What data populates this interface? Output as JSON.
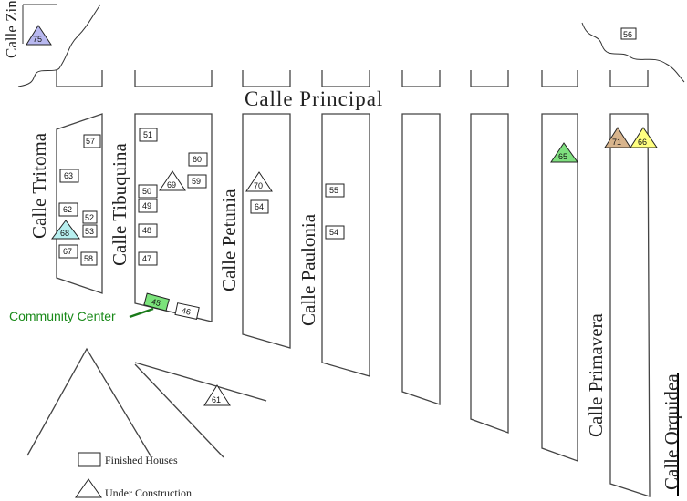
{
  "title": "Calle Principal",
  "streets": {
    "zinia": "Calle Zinia",
    "tritoma": "Calle Tritoma",
    "tibuquina": "Calle Tibuquina",
    "petunia": "Calle Petunia",
    "paulonia": "Calle Paulonia",
    "primavera": "Calle Primavera",
    "orquidea": "Calle Orquidea"
  },
  "houses": [
    "57",
    "63",
    "62",
    "52",
    "53",
    "67",
    "58",
    "51",
    "60",
    "59",
    "50",
    "49",
    "48",
    "47",
    "46",
    "64",
    "55",
    "54",
    "56"
  ],
  "community_center": {
    "number": "45",
    "label": "Community Center",
    "color": "#7be37b"
  },
  "construction": [
    {
      "number": "75",
      "color": "#b8b8f0"
    },
    {
      "number": "68",
      "color": "#b8f0f0"
    },
    {
      "number": "69",
      "color": "#ffffff"
    },
    {
      "number": "70",
      "color": "#ffffff"
    },
    {
      "number": "65",
      "color": "#7fe07f"
    },
    {
      "number": "71",
      "color": "#d8b48c"
    },
    {
      "number": "66",
      "color": "#ffff80"
    },
    {
      "number": "61",
      "color": "#ffffff"
    }
  ],
  "legend": {
    "finished": "Finished Houses",
    "construction": "Under Construction"
  }
}
